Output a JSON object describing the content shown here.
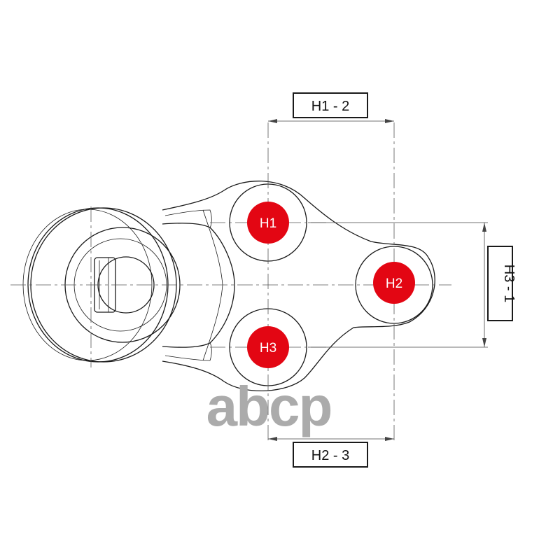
{
  "dimensions": {
    "top": "H1 - 2",
    "bottom": "H2 - 3",
    "right": "H3 - 1"
  },
  "holes": [
    "H1",
    "H2",
    "H3"
  ],
  "logo": "abcp",
  "colors": {
    "marker": "#e30613",
    "line": "#1a1a1a",
    "logo": "#ababab"
  }
}
